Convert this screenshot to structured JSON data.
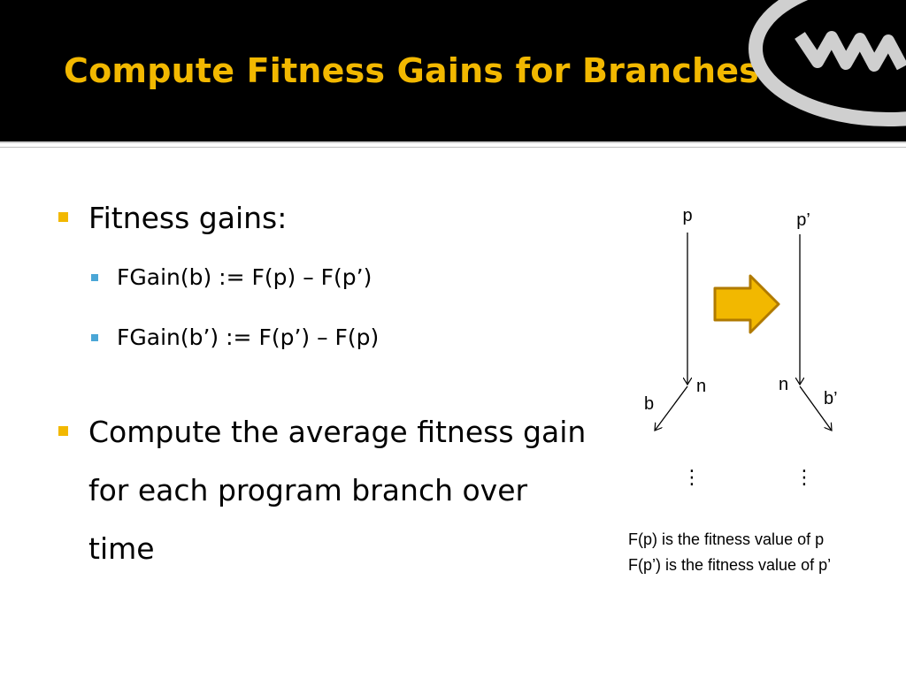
{
  "slide": {
    "title": "Compute Fitness Gains for Branches",
    "bullets": [
      {
        "text": "Fitness gains:",
        "sub": [
          "FGain(b) := F(p) – F(p’)",
          "FGain(b’) := F(p’) – F(p)"
        ]
      },
      {
        "text": "Compute the average fitness gain for each program branch over time"
      }
    ],
    "diagram": {
      "left": {
        "top_label": "p",
        "node_label": "n",
        "branch_label": "b"
      },
      "right": {
        "top_label": "p’",
        "node_label": "n",
        "branch_label": "b’"
      },
      "ellipsis": "⋮",
      "arrow_icon": "right-arrow-icon"
    },
    "notes": [
      "F(p) is the fitness value of p",
      "F(p’) is the fitness value of p’"
    ]
  },
  "colors": {
    "title": "#f2b800",
    "bullet_main": "#f2b800",
    "bullet_sub": "#4aa6d6",
    "header_bg": "#000000",
    "arrow_fill": "#f2b800",
    "arrow_stroke": "#b07a00"
  }
}
